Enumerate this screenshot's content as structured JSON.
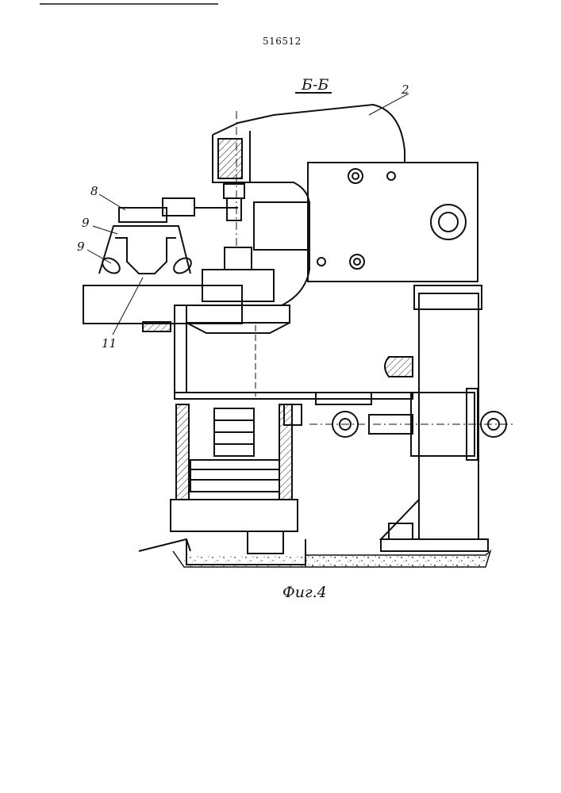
{
  "document": {
    "patent_number": "516512",
    "section_label": "Б-Б",
    "figure_caption": "Фиг.4"
  },
  "callouts": [
    {
      "id": "c2",
      "label": "2"
    },
    {
      "id": "c8",
      "label": "8"
    },
    {
      "id": "c9a",
      "label": "9"
    },
    {
      "id": "c9b",
      "label": "9"
    },
    {
      "id": "c11",
      "label": "11"
    }
  ],
  "colors": {
    "ink": "#111111",
    "paper": "#ffffff",
    "hatch": "#222222"
  }
}
